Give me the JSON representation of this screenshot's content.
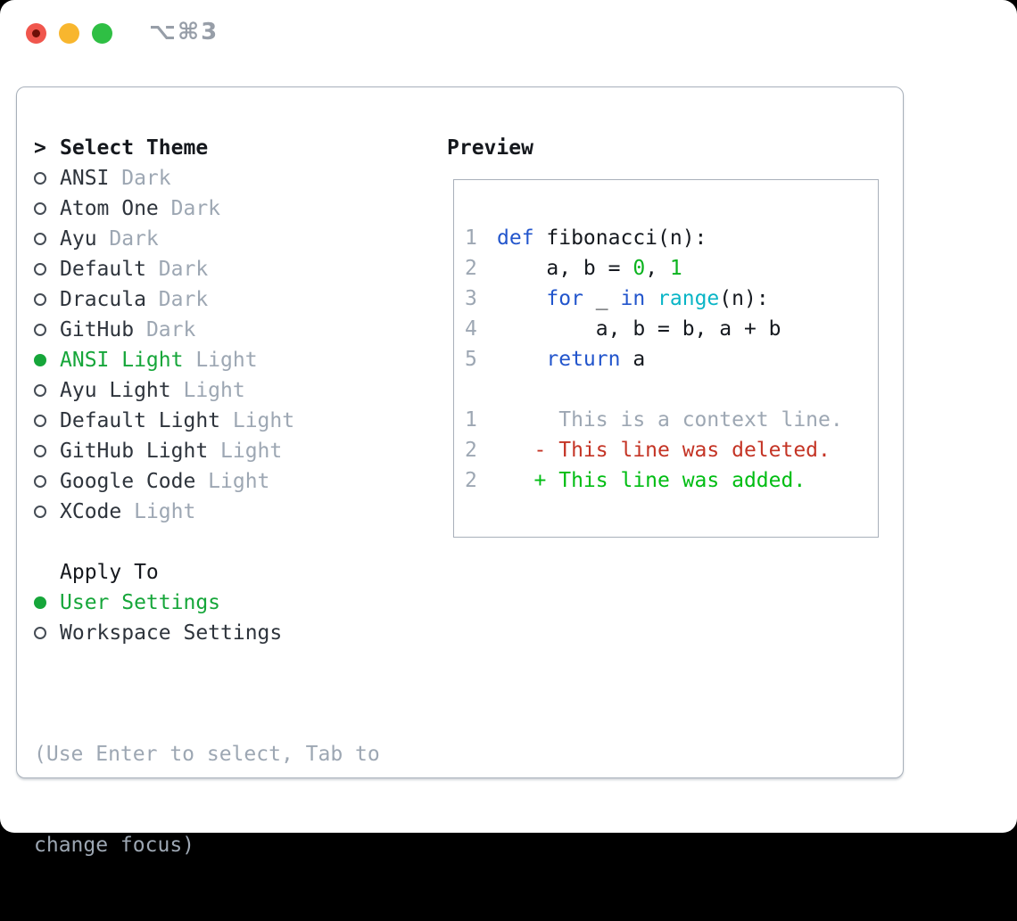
{
  "window": {
    "shortcut_title": "⌥⌘3"
  },
  "colors": {
    "ink": "#15181d",
    "ink-soft": "#2e343c",
    "code-ink": "#15191f",
    "muted": "#9da7b3",
    "green": "#16a63a",
    "ring": "#454c55",
    "keyword": "#2255cc",
    "builtin": "#0ab5c6",
    "number": "#0cb31f",
    "diff-del": "#c43425",
    "diff-add": "#00bd13",
    "border": "#a8b0ba",
    "title-gray": "#979ea8",
    "light-red": "#f0564d",
    "light-red-dot": "#6e0f07",
    "light-yellow": "#f8b62e",
    "light-green": "#2fbf44"
  },
  "theme_picker": {
    "header_prefix": ">",
    "header": "Select Theme",
    "themes": [
      {
        "name": "ANSI",
        "variant": "Dark",
        "selected": false
      },
      {
        "name": "Atom One",
        "variant": "Dark",
        "selected": false
      },
      {
        "name": "Ayu",
        "variant": "Dark",
        "selected": false
      },
      {
        "name": "Default",
        "variant": "Dark",
        "selected": false
      },
      {
        "name": "Dracula",
        "variant": "Dark",
        "selected": false
      },
      {
        "name": "GitHub",
        "variant": "Dark",
        "selected": false
      },
      {
        "name": "ANSI Light",
        "variant": "Light",
        "selected": true
      },
      {
        "name": "Ayu Light",
        "variant": "Light",
        "selected": false
      },
      {
        "name": "Default Light",
        "variant": "Light",
        "selected": false
      },
      {
        "name": "GitHub Light",
        "variant": "Light",
        "selected": false
      },
      {
        "name": "Google Code",
        "variant": "Light",
        "selected": false
      },
      {
        "name": "XCode",
        "variant": "Light",
        "selected": false
      }
    ],
    "apply_to": {
      "label": "Apply To",
      "options": [
        {
          "label": "User Settings",
          "selected": true
        },
        {
          "label": "Workspace Settings",
          "selected": false
        }
      ]
    },
    "help": [
      "(Use Enter to select, Tab to",
      "change focus)"
    ]
  },
  "preview": {
    "title": "Preview",
    "lines": [
      {
        "num": "1",
        "kind": "code",
        "tokens": [
          {
            "text": "def",
            "type": "kw"
          },
          {
            "text": " fibonacci(n):",
            "type": "plain"
          }
        ]
      },
      {
        "num": "2",
        "kind": "code",
        "tokens": [
          {
            "text": "    a, b = ",
            "type": "plain"
          },
          {
            "text": "0",
            "type": "num"
          },
          {
            "text": ", ",
            "type": "plain"
          },
          {
            "text": "1",
            "type": "num"
          }
        ]
      },
      {
        "num": "3",
        "kind": "code",
        "tokens": [
          {
            "text": "    ",
            "type": "plain"
          },
          {
            "text": "for",
            "type": "kw"
          },
          {
            "text": " _ ",
            "type": "plain"
          },
          {
            "text": "in",
            "type": "kw"
          },
          {
            "text": " ",
            "type": "plain"
          },
          {
            "text": "range",
            "type": "fn"
          },
          {
            "text": "(n):",
            "type": "plain"
          }
        ]
      },
      {
        "num": "4",
        "kind": "code",
        "tokens": [
          {
            "text": "        a, b = b, a + b",
            "type": "plain"
          }
        ]
      },
      {
        "num": "5",
        "kind": "code",
        "tokens": [
          {
            "text": "    ",
            "type": "plain"
          },
          {
            "text": "return",
            "type": "kw"
          },
          {
            "text": " a",
            "type": "plain"
          }
        ]
      },
      {
        "num": "",
        "kind": "blank",
        "tokens": []
      },
      {
        "num": "1",
        "kind": "diff-context",
        "tokens": [
          {
            "text": "     This is a context line.",
            "type": "ctx"
          }
        ]
      },
      {
        "num": "2",
        "kind": "diff-deleted",
        "tokens": [
          {
            "text": "   - This line was deleted.",
            "type": "del"
          }
        ]
      },
      {
        "num": "2",
        "kind": "diff-added",
        "tokens": [
          {
            "text": "   + This line was added.",
            "type": "add"
          }
        ]
      }
    ]
  }
}
